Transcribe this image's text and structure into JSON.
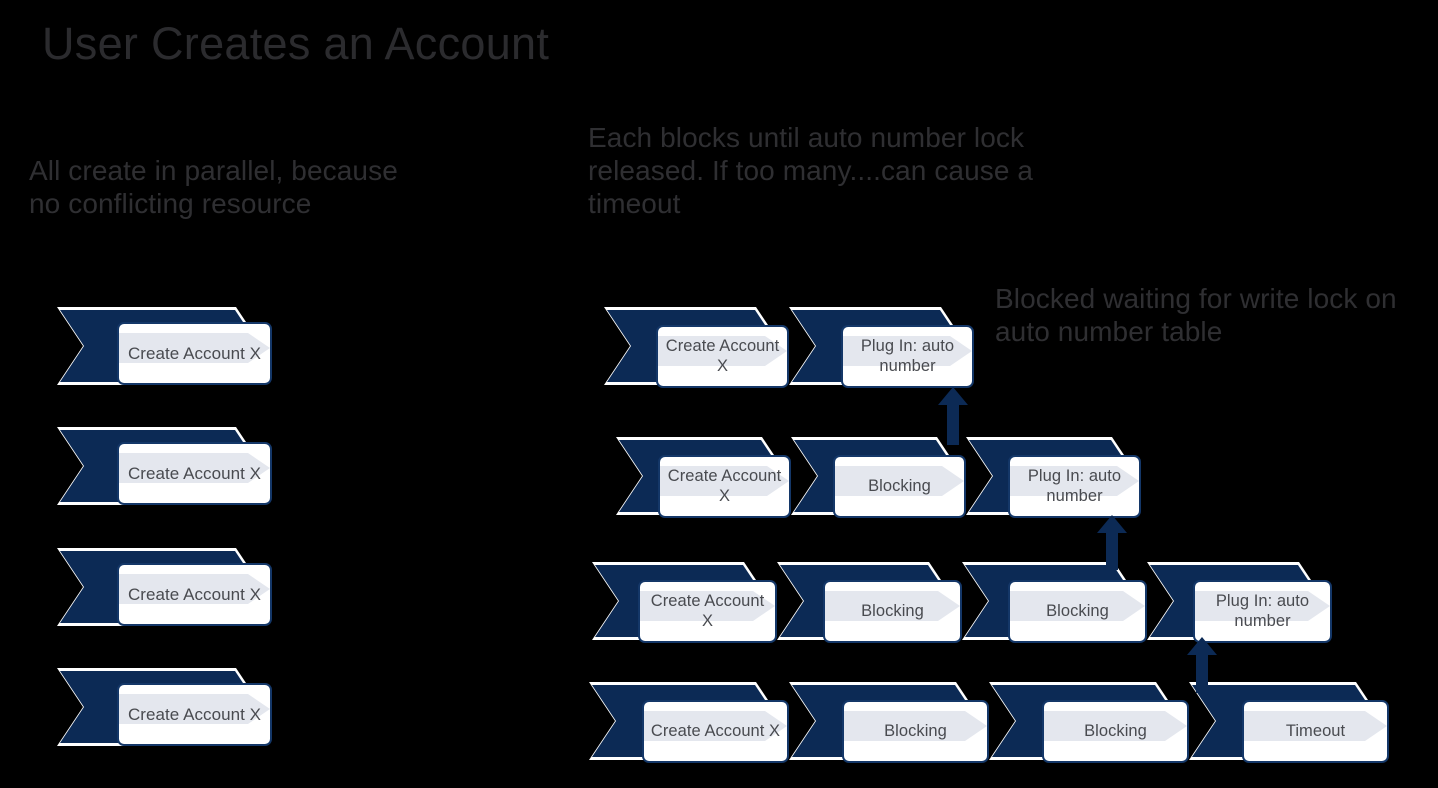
{
  "slide": {
    "title": "User Creates an Account",
    "background_color": "#000000",
    "accent_navy": "#0c2a55",
    "callout_fill": "#ffffff",
    "callout_inner": "#e4e7ee",
    "text_color": "#2f2f32"
  },
  "notes": {
    "left": "All create in parallel, because no conflicting resource",
    "middle": "Each blocks until auto number lock released. If too many....can cause a timeout",
    "right": "Blocked waiting for write lock on auto number table"
  },
  "left_flow": {
    "rows": [
      {
        "nodes": [
          {
            "label": "Create Account X"
          }
        ]
      },
      {
        "nodes": [
          {
            "label": "Create Account X"
          }
        ]
      },
      {
        "nodes": [
          {
            "label": "Create Account X"
          }
        ]
      },
      {
        "nodes": [
          {
            "label": "Create Account X"
          }
        ]
      }
    ]
  },
  "right_flow": {
    "rows": [
      {
        "nodes": [
          {
            "label": "Create Account X"
          },
          {
            "label": "Plug In: auto number"
          }
        ]
      },
      {
        "nodes": [
          {
            "label": "Create Account X"
          },
          {
            "label": "Blocking"
          },
          {
            "label": "Plug In: auto number"
          }
        ]
      },
      {
        "nodes": [
          {
            "label": "Create Account X"
          },
          {
            "label": "Blocking"
          },
          {
            "label": "Blocking"
          },
          {
            "label": "Plug In: auto number"
          }
        ]
      },
      {
        "nodes": [
          {
            "label": "Create Account X"
          },
          {
            "label": "Blocking"
          },
          {
            "label": "Blocking"
          },
          {
            "label": "Timeout"
          }
        ]
      }
    ]
  },
  "connectors": [
    {
      "name": "arrow-row2-to-row1"
    },
    {
      "name": "arrow-row3-to-row2"
    },
    {
      "name": "arrow-row4-to-row3"
    }
  ]
}
